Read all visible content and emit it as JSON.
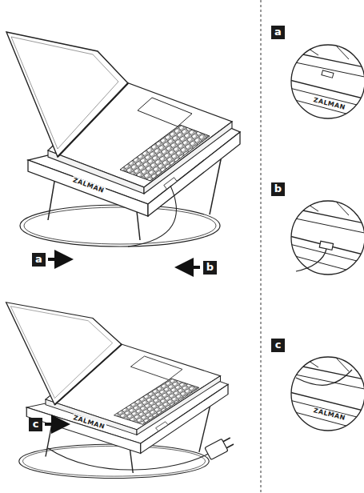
{
  "diagram": {
    "labels": [
      "a",
      "b",
      "c",
      "a",
      "b",
      "c",
      "ZALMAN",
      "ZALMAN",
      "ZALMAN",
      "ZALMAN"
    ]
  }
}
